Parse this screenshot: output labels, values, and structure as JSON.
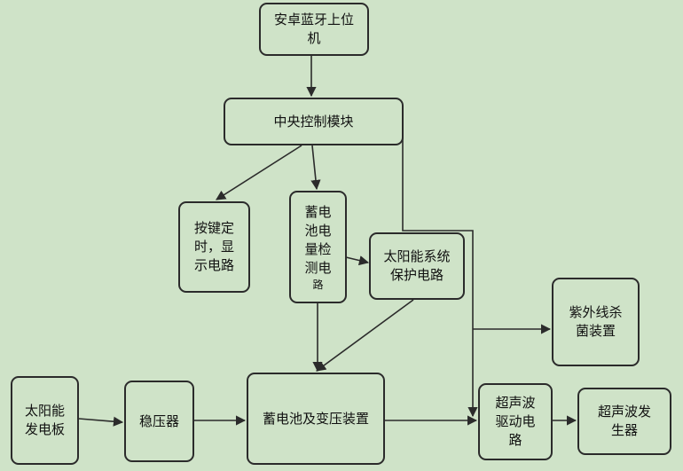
{
  "colors": {
    "background": "#cfe3c8",
    "stroke": "#2b2b2b",
    "text": "#111111"
  },
  "nodes": {
    "android_app": "安卓蓝牙上位\n机",
    "central_control": "中央控制模块",
    "key_timing_display": "按键定\n时，显\n示电路",
    "battery_detect_main": "蓄电\n池电\n量检\n测电",
    "battery_detect_tail": "路",
    "solar_protect": "太阳能系统\n保护电路",
    "uv_sterilizer": "紫外线杀\n菌装置",
    "solar_panel": "太阳能\n发电板",
    "regulator": "稳压器",
    "battery_transformer": "蓄电池及变压装置",
    "ultrasonic_driver": "超声波\n驱动电\n路",
    "ultrasonic_generator": "超声波发\n生器"
  }
}
